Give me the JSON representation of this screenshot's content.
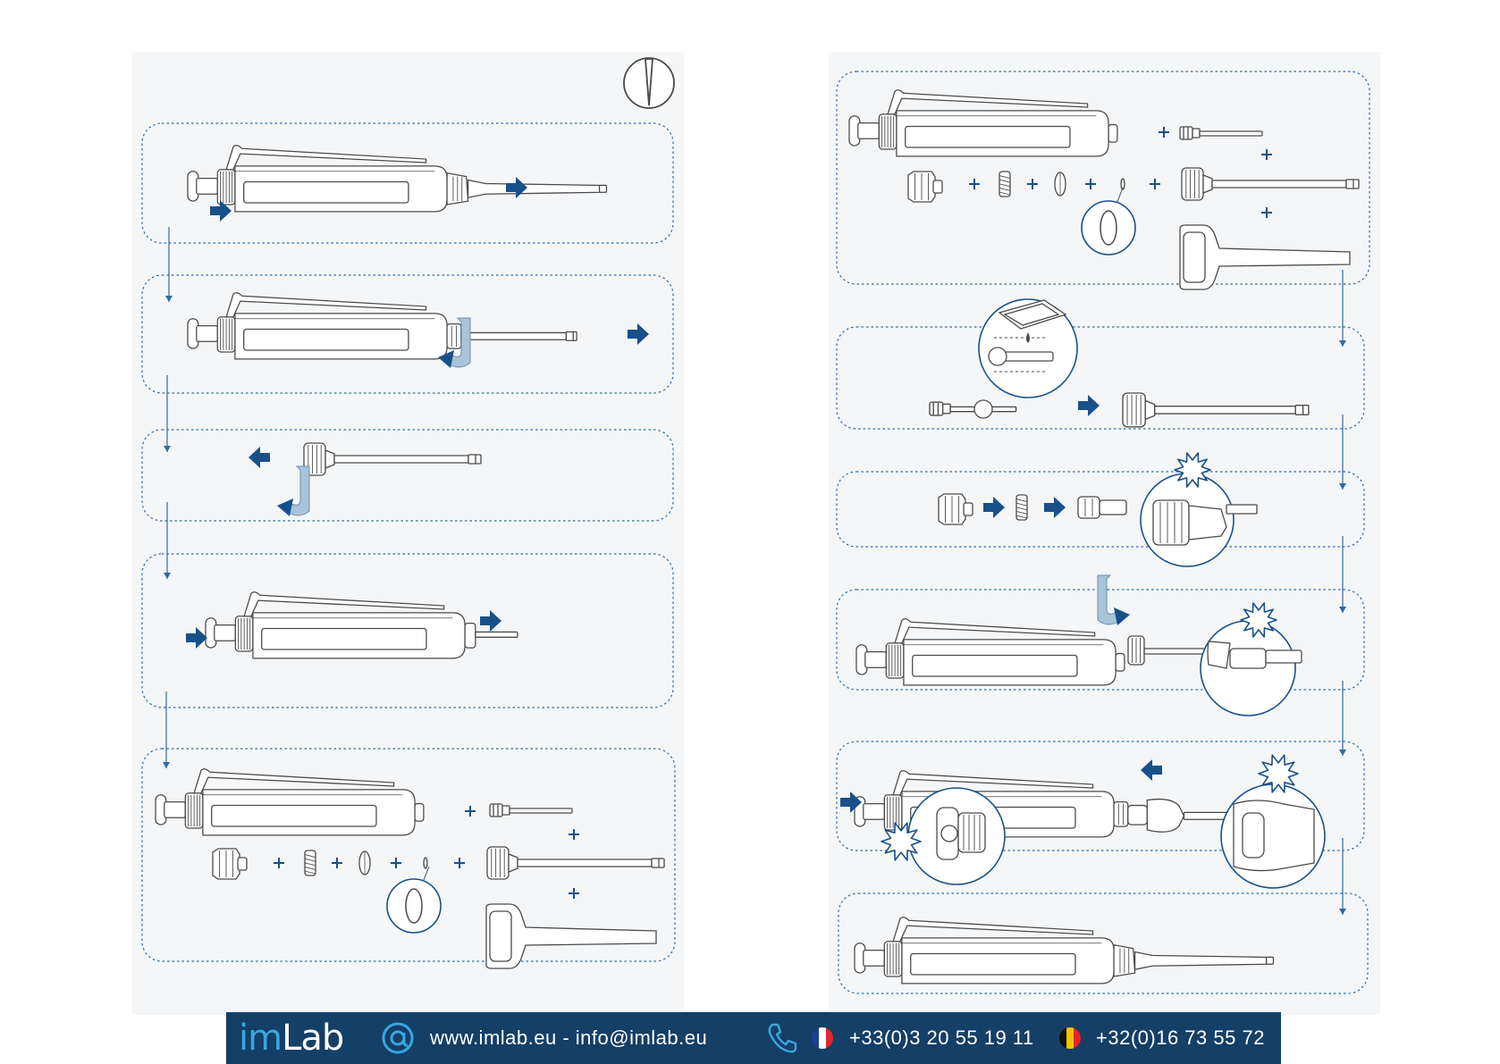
{
  "diagram": {
    "instruction_icon": "pipette-tip-icon",
    "left_steps": [
      {
        "id": "l1",
        "kind": "remove-tip"
      },
      {
        "id": "l2",
        "kind": "unscrew-shaft"
      },
      {
        "id": "l3",
        "kind": "pull-shaft"
      },
      {
        "id": "l4",
        "kind": "press-plunger"
      },
      {
        "id": "l5",
        "kind": "exploded-parts"
      }
    ],
    "right_steps": [
      {
        "id": "r1",
        "kind": "exploded-parts"
      },
      {
        "id": "r2",
        "kind": "grease-piston"
      },
      {
        "id": "r3",
        "kind": "assemble-seal"
      },
      {
        "id": "r4",
        "kind": "screw-shaft"
      },
      {
        "id": "r5",
        "kind": "attach-ejector"
      },
      {
        "id": "r6",
        "kind": "reassembled-pipette"
      }
    ]
  },
  "footer": {
    "brand_im": "im",
    "brand_lab": "Lab",
    "contact": "www.imlab.eu - info@imlab.eu",
    "phone_fr": "+33(0)3 20 55 19 11",
    "phone_be": "+32(0)16 73 55 72",
    "flag_fr": [
      "#1f3f91",
      "#ffffff",
      "#e3262b"
    ],
    "flag_be": [
      "#111111",
      "#f5c400",
      "#e3262b"
    ]
  },
  "colors": {
    "accent": "#19508a",
    "line": "#4a4a4a",
    "panel": "#f4f6f8",
    "footer": "#143f66",
    "logo_accent": "#3aa6de"
  }
}
